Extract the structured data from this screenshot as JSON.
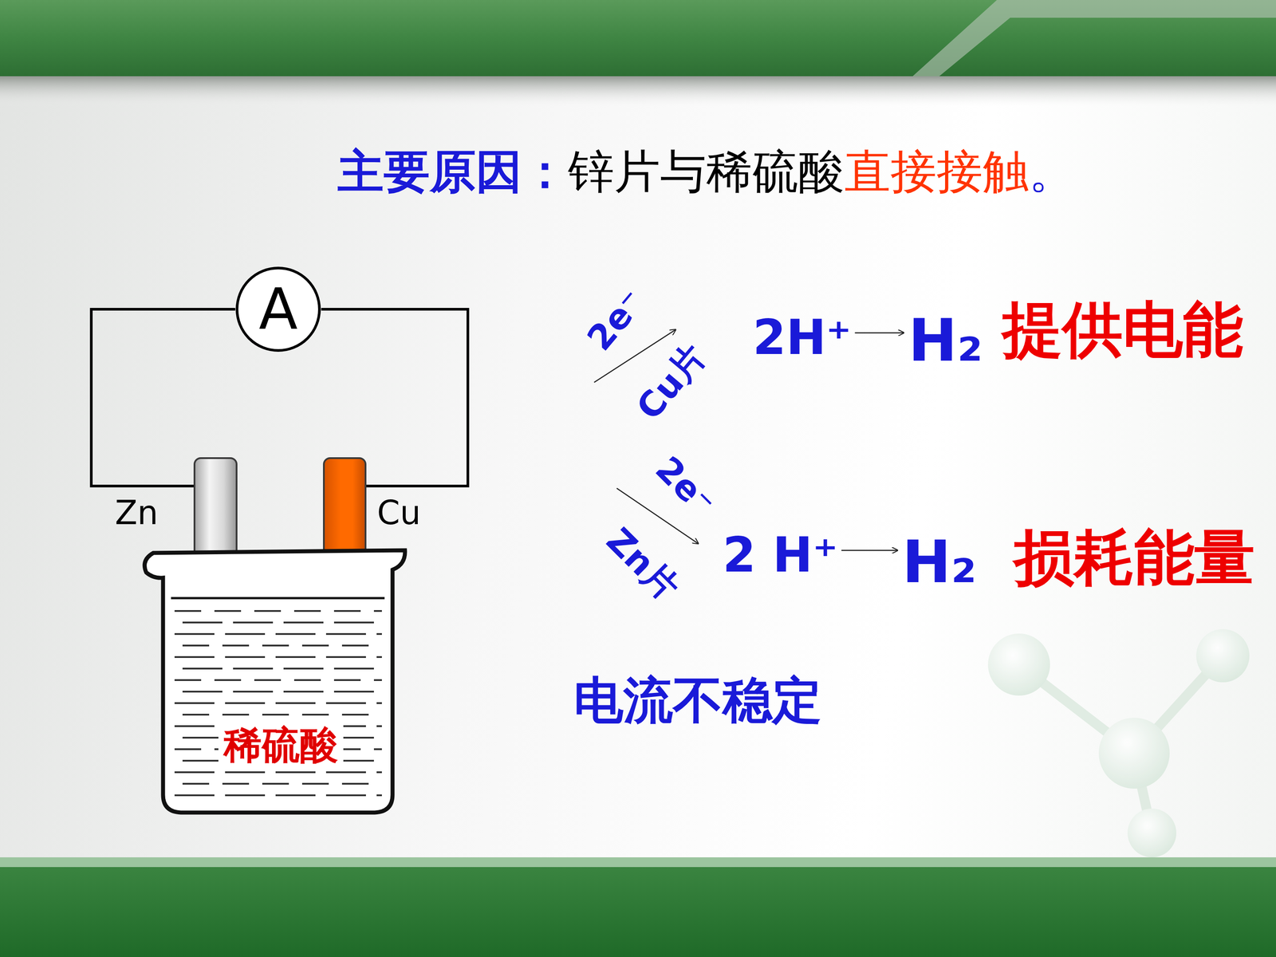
{
  "diagram": {
    "nodes": [
      {
        "text": [
          "A"
        ]
      },
      {
        "text": [
          "Zn"
        ]
      },
      {
        "text": [
          "Cu"
        ]
      },
      {
        "text": [
          "稀硫酸"
        ]
      }
    ],
    "edges": [
      {
        "from": 1,
        "to": 0,
        "arrow": "none"
      },
      {
        "from": 0,
        "to": 2,
        "arrow": "none"
      }
    ],
    "labels": [
      "主要原因：",
      "锌片与稀硫酸",
      "直接接触",
      "。",
      "2e⁻",
      "Cu片",
      "2H⁺",
      "H₂",
      "提供电能",
      "2e⁻",
      "Zn片",
      "2 H⁺",
      "H₂",
      "损耗能量",
      "电流不稳定"
    ]
  }
}
